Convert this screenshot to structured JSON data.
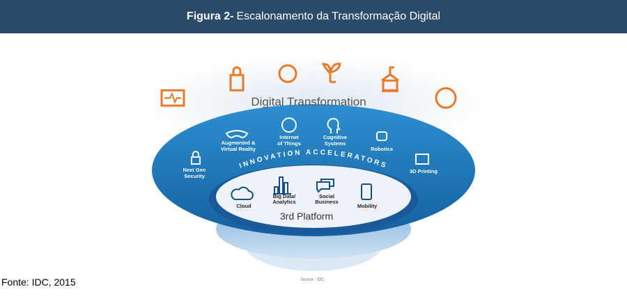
{
  "header": {
    "figure_label": "Figura 2-",
    "title": "Escalonamento da Transformação Digital"
  },
  "diagram": {
    "top_title": "Digital Transformation",
    "ring_title": "INNOVATION ACCELERATORS",
    "accelerators": [
      {
        "label1": "Next Gen",
        "label2": "Security",
        "icon": "padlock-icon"
      },
      {
        "label1": "Augmented &",
        "label2": "Virtual Reality",
        "icon": "vr-glasses-icon"
      },
      {
        "label1": "Internet",
        "label2": "of Things",
        "icon": "globe-network-icon"
      },
      {
        "label1": "Cognitive",
        "label2": "Systems",
        "icon": "brain-head-icon"
      },
      {
        "label1": "Robotics",
        "label2": "",
        "icon": "robot-icon"
      },
      {
        "label1": "3D Printing",
        "label2": "",
        "icon": "3d-printer-icon"
      }
    ],
    "platform_title": "3rd Platform",
    "platform": [
      {
        "label1": "Cloud",
        "label2": "",
        "icon": "cloud-icon"
      },
      {
        "label1": "Big Data/",
        "label2": "Analytics",
        "icon": "bar-chart-icon"
      },
      {
        "label1": "Social",
        "label2": "Business",
        "icon": "chat-bubbles-icon"
      },
      {
        "label1": "Mobility",
        "label2": "",
        "icon": "smartphone-icon"
      }
    ],
    "source_note": "Source : IDC"
  },
  "caption": "Fonte: IDC, 2015",
  "colors": {
    "header": "#2b4b6b",
    "ring": "#1f78bb",
    "accent": "#e8792b"
  }
}
